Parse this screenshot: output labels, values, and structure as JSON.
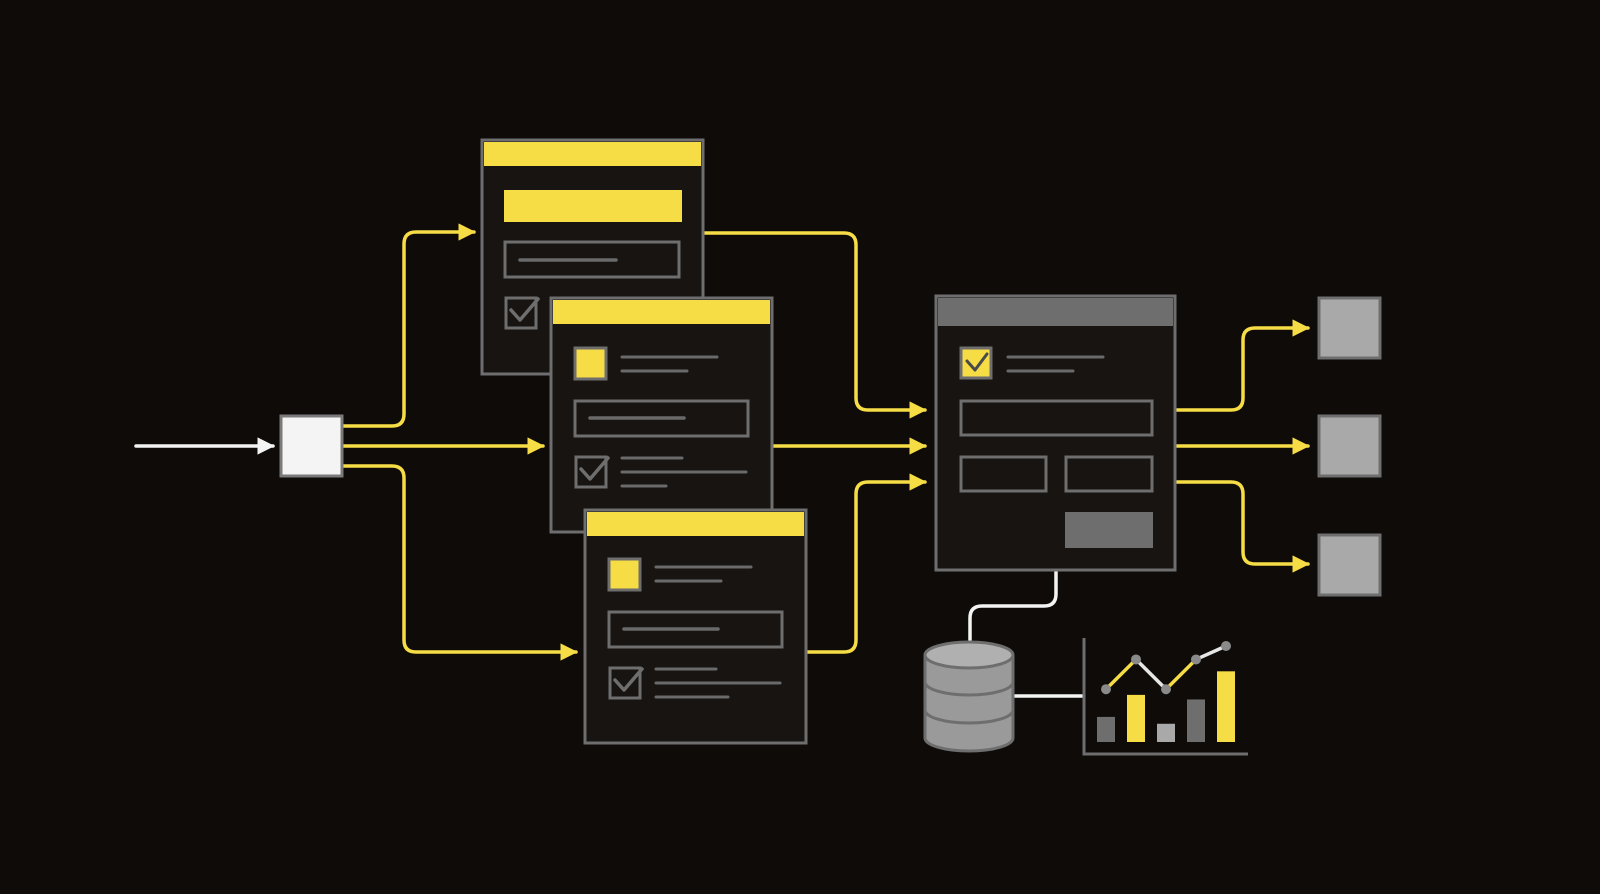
{
  "colors": {
    "background": "#0e0b09",
    "accent_yellow": "#f6dc45",
    "panel_border": "#6e6e6e",
    "panel_fill": "#171412",
    "placeholder_line": "#6a6a6a",
    "output_grey": "#a9a9a9",
    "start_white": "#f4f4f4",
    "database_grey": "#9a9a9a"
  },
  "icons": {
    "start": "white-square",
    "outputs": [
      "grey-square",
      "grey-square",
      "grey-square"
    ],
    "storage": "database-icon",
    "analytics": "bar-line-chart-icon",
    "check": "checkmark-icon"
  },
  "diagram": {
    "labels": [],
    "form_panels": [
      "form-screen-1",
      "form-screen-2",
      "form-screen-3"
    ],
    "merge_panel": "combined-form-screen",
    "output_count": 3
  },
  "mini_chart_levels": {
    "bars": [
      0.33,
      0.62,
      0.24,
      0.56,
      0.93
    ],
    "bar_colors": [
      "grey",
      "yellow",
      "lightgrey",
      "grey",
      "yellow"
    ],
    "line": [
      0.55,
      0.86,
      0.55,
      0.86,
      1.0
    ]
  }
}
